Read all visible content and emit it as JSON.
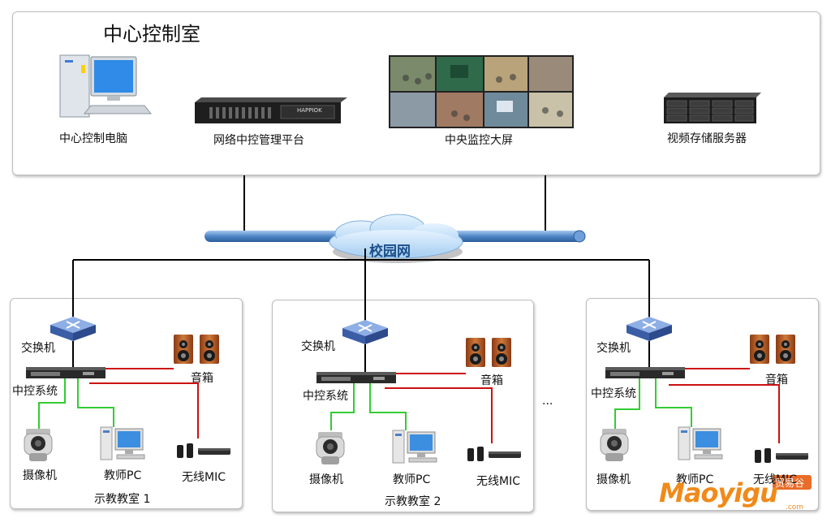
{
  "control_room": {
    "title": "中心控制室",
    "devices": [
      {
        "label": "中心控制电脑",
        "icon": "desktop-computer-icon"
      },
      {
        "label": "网络中控管理平台",
        "icon": "rack-controller-icon",
        "brand": "HAPPIOK"
      },
      {
        "label": "中央监控大屏",
        "icon": "video-wall-icon"
      },
      {
        "label": "视频存储服务器",
        "icon": "storage-server-icon"
      }
    ]
  },
  "network": {
    "label": "校园网"
  },
  "classrooms": [
    {
      "name": "示教教室 1",
      "switch": "交换机",
      "controller": "中控系统",
      "speaker": "音箱",
      "camera": "摄像机",
      "pc": "教师PC",
      "mic": "无线MIC"
    },
    {
      "name": "示教教室 2",
      "switch": "交换机",
      "controller": "中控系统",
      "speaker": "音箱",
      "camera": "摄像机",
      "pc": "教师PC",
      "mic": "无线MIC"
    },
    {
      "switch": "交换机",
      "controller": "中控系统",
      "speaker": "音箱",
      "camera": "摄像机",
      "pc": "教师PC",
      "mic": "无线MIC"
    }
  ],
  "ellipsis": "...",
  "watermark": {
    "text": "Maoyigu",
    "sub": "贸易谷",
    "domain": ".com"
  },
  "colors": {
    "network_line": "#000000",
    "green_link": "#33cc33",
    "red_link": "#cc1111",
    "backbone": "#4f86c6"
  }
}
